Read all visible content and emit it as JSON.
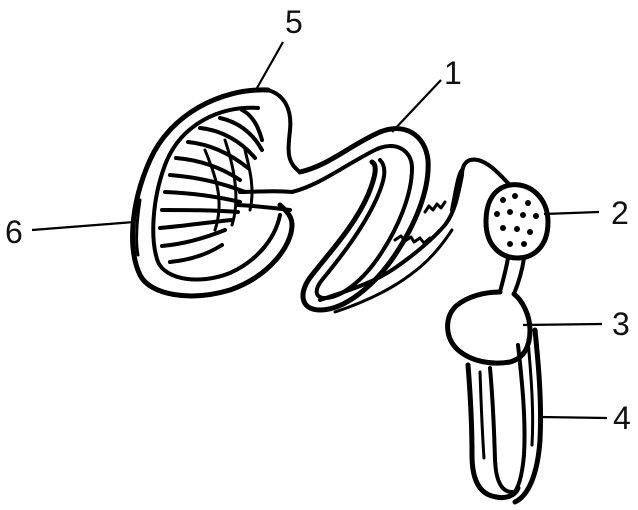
{
  "labels": {
    "l1": "1",
    "l2": "2",
    "l3": "3",
    "l4": "4",
    "l5": "5",
    "l6": "6"
  },
  "colors": {
    "ink": "#000000",
    "background": "#ffffff"
  }
}
